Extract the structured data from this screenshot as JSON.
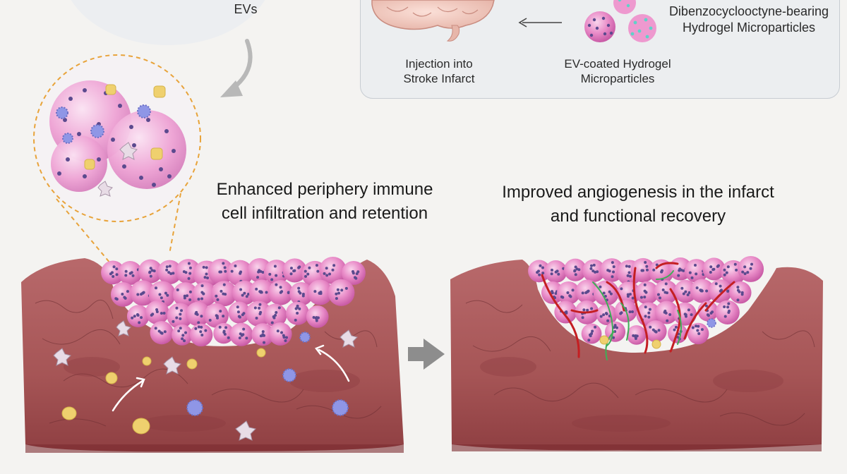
{
  "top_left": {
    "ev_label": "EVs"
  },
  "process_panel": {
    "step_injection": "Injection into\nStroke Infarct",
    "step_coated": "EV-coated Hydrogel\nMicroparticles",
    "step_dbco": "Dibenzocyclooctyne-bearing\nHydrogel Microparticles"
  },
  "outcomes": {
    "left_title": "Enhanced periphery immune\ncell infiltration and retention",
    "right_title": "Improved angiogenesis in the infarct\nand functional recovery"
  },
  "colors": {
    "tissue": "#a9595b",
    "tissue_dark": "#8d4447",
    "hydrogel": "#e27fc0",
    "hydrogel_dot": "#5b4a8e",
    "ev_blue": "#8f96e6",
    "cell_yellow": "#efd06e",
    "vessel_red": "#c41f22",
    "vessel_green": "#3fae57",
    "dashed_orange": "#e8a33a",
    "panel_bg": "#eceef0"
  }
}
